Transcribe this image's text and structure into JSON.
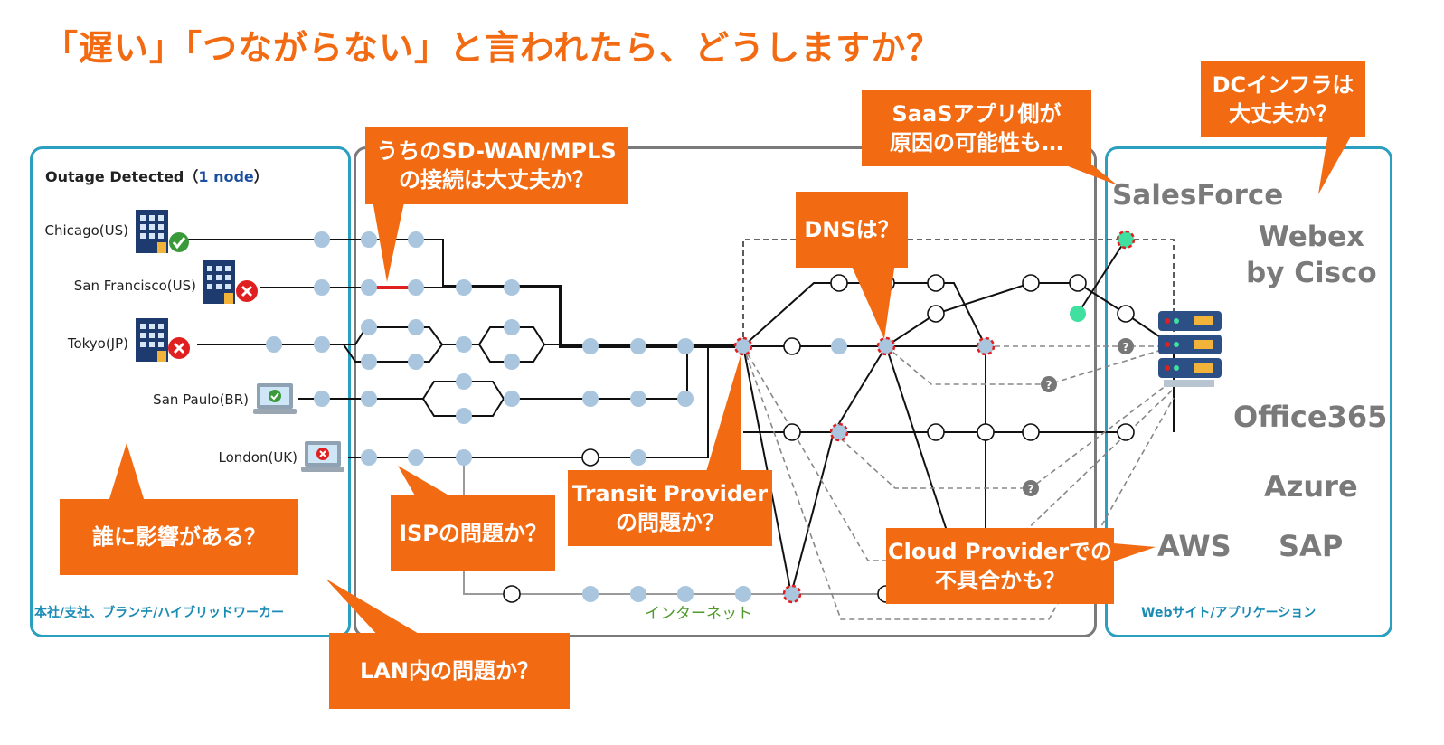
{
  "title": "「遅い」「つながらない」と言われたら、どうしますか？",
  "left_panel": {
    "header_prefix": "Outage Detected（",
    "header_count": "1 node",
    "header_suffix": "）",
    "footer": "本社/支社、ブランチ/ハイブリッドワーカー",
    "locations": [
      {
        "name": "Chicago(US)",
        "icon": "office-building-icon",
        "status": "ok"
      },
      {
        "name": "San Francisco(US)",
        "icon": "office-building-icon",
        "status": "error"
      },
      {
        "name": "Tokyo(JP)",
        "icon": "office-building-icon",
        "status": "error"
      },
      {
        "name": "San Paulo(BR)",
        "icon": "laptop-icon",
        "status": "ok"
      },
      {
        "name": "London(UK)",
        "icon": "laptop-icon",
        "status": "error"
      }
    ]
  },
  "middle_panel": {
    "internet_label": "インターネット"
  },
  "right_panel": {
    "footer": "Webサイト/アプリケーション",
    "apps": {
      "salesforce": "SalesForce",
      "webex_1": "Webex",
      "webex_2": "by Cisco",
      "office365": "Office365",
      "azure": "Azure",
      "aws": "AWS",
      "sap": "SAP"
    },
    "server_icon": "server-rack-icon"
  },
  "callouts": {
    "sdwan_1": "うちのSD-WAN/MPLS",
    "sdwan_2": "の接続は大丈夫か？",
    "saas_1": "SaaSアプリ側が",
    "saas_2": "原因の可能性も…",
    "dc_1": "DCインフラは",
    "dc_2": "大丈夫か？",
    "dns": "DNSは？",
    "who": "誰に影響がある？",
    "isp": "ISPの問題か？",
    "transit_1": "Transit Provider",
    "transit_2": "の問題か？",
    "cloud_1": "Cloud Providerでの",
    "cloud_2": "不具合かも？",
    "lan": "LAN内の問題か？"
  },
  "unknown_marker": "?",
  "colors": {
    "accent_orange": "#f26b13",
    "panel_blue": "#2a9fc0",
    "node_blue": "#a9c6de",
    "fault_red": "#e02020",
    "ok_green": "#3a9a3a",
    "healthy_node": "#3fe0a0",
    "app_gray": "#7a7a7a",
    "internet_green": "#4f9a2b"
  }
}
